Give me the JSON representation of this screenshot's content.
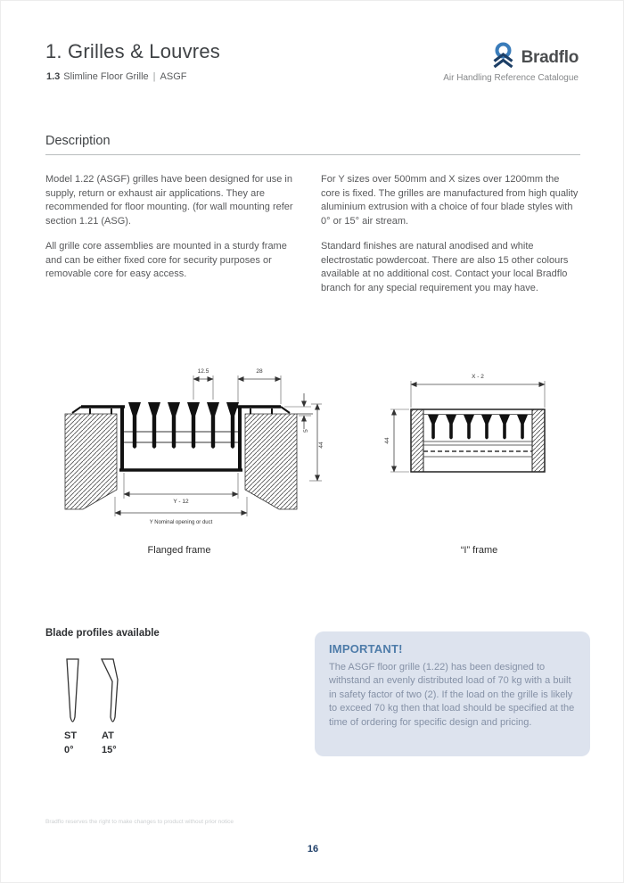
{
  "header": {
    "title": "1. Grilles & Louvres",
    "subtitle_number": "1.3",
    "subtitle_name": "Slimline Floor Grille",
    "subtitle_separator": "|",
    "subtitle_code": "ASGF",
    "brand_name": "Bradflo",
    "brand_tagline": "Air Handling Reference Catalogue"
  },
  "description": {
    "heading": "Description",
    "left_paragraphs": [
      "Model 1.22 (ASGF) grilles have been designed for use in supply, return or exhaust air applications. They are recommended for floor mounting. (for wall mounting refer section 1.21 (ASG).",
      "All grille core assemblies are mounted in a sturdy frame and can be either fixed core for security purposes or removable core for easy access."
    ],
    "right_paragraphs": [
      "For Y sizes over 500mm and X sizes over 1200mm the core is fixed. The grilles are manufactured from high quality aluminium extrusion with a choice of four blade styles with 0° or 15° air stream.",
      "Standard finishes are natural anodised and white electrostatic powdercoat. There are also 15 other colours available at no additional cost. Contact your local Bradflo branch for any special requirement you may have."
    ]
  },
  "drawings": {
    "flanged": {
      "caption": "Flanged frame",
      "dims": {
        "blade_pitch": "12.5",
        "flange_width": "28",
        "flange_height": "5",
        "overall_depth": "44",
        "inner_width": "Y - 12",
        "opening": "Y Nominal opening or duct"
      }
    },
    "i_frame": {
      "caption": "“I”  frame",
      "dims": {
        "overall_width": "X - 2",
        "overall_depth": "44"
      }
    }
  },
  "blade_profiles": {
    "heading": "Blade profiles available",
    "items": [
      {
        "code": "ST",
        "angle": "0°"
      },
      {
        "code": "AT",
        "angle": "15°"
      }
    ]
  },
  "important": {
    "title": "IMPORTANT!",
    "body": "The ASGF floor grille (1.22) has been designed to withstand an evenly distributed load of 70 kg with a built in safety factor of two (2). If the load on the grille is likely to exceed 70 kg then that load should be specified at the time of ordering for specific design and pricing."
  },
  "footer": {
    "disclaimer": "Bradflo reserves the right to make changes to product without prior notice",
    "page_number": "16"
  },
  "colors": {
    "logo_ring_blue": "#3a7cba",
    "logo_chevron_navy": "#1d3f66",
    "important_bg": "#dde3ee",
    "important_title": "#4e7ca9",
    "important_text": "#8591a6",
    "page_number_navy": "#1e3e68"
  }
}
